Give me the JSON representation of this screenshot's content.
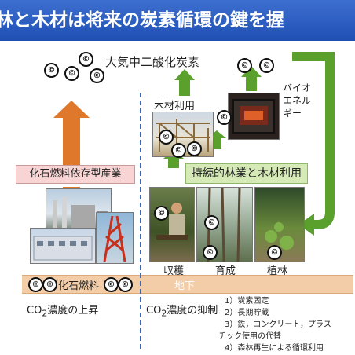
{
  "title": "林と木材は将来の炭素循環の鍵を握",
  "c_symbol": "©",
  "atmosphere_label": "大気中二酸化炭素",
  "wood_use_label": "木材利用",
  "bioenergy_label": [
    "バイオ",
    "エネル",
    "ギー"
  ],
  "fossil_industry_label": "化石燃料依存型産業",
  "sustainable_label": "持続的林業と木材利用",
  "forest_stages": [
    "収穫",
    "育成",
    "植林"
  ],
  "fossil_fuel_label": "化石燃料",
  "underground_label": "地下",
  "co2_rise": {
    "prefix": "CO",
    "sub": "2",
    "suffix": "濃度の上昇"
  },
  "co2_suppress": {
    "prefix": "CO",
    "sub": "2",
    "suffix": "濃度の抑制"
  },
  "notes": [
    "1）炭素固定",
    "2）長期貯蔵",
    "3）鉄，コンクリート，プラス",
    "チック使用の代替",
    "4）森林再生による循環利用"
  ],
  "colors": {
    "title_bar": "#2a5cc0",
    "orange_arrow": "#e0782c",
    "green_arrow": "#5aa02c",
    "ground": "#f2cda8",
    "pink_box": "#f8d4d4",
    "green_box": "#d6eab8"
  }
}
